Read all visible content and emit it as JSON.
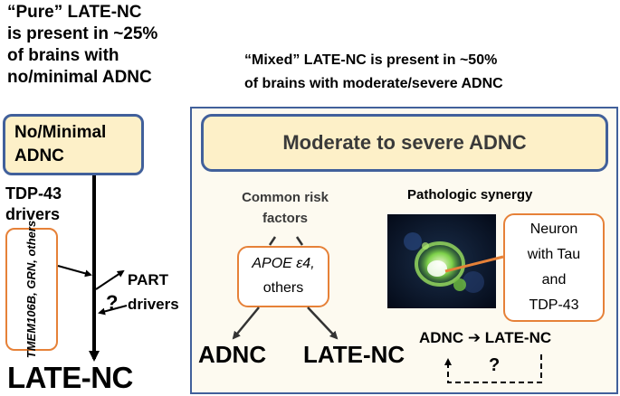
{
  "left_caption": [
    "“Pure” LATE-NC",
    "is present in ~25%",
    "of brains with",
    "no/minimal ADNC"
  ],
  "nominal_box": [
    "No/Minimal",
    "ADNC"
  ],
  "tdp_drivers": [
    "TDP-43",
    "drivers"
  ],
  "gene_drivers": "TMEM106B, GRN, others",
  "part_drivers": [
    "PART",
    "drivers"
  ],
  "question_mark": "?",
  "late_nc_main": "LATE-NC",
  "right_caption": [
    "“Mixed” LATE-NC is present in ~50%",
    "of brains with moderate/severe ADNC"
  ],
  "moderate_box": "Moderate to severe ADNC",
  "common_risk": [
    "Common risk",
    "factors"
  ],
  "apoe": [
    "APOE ε4,",
    "others"
  ],
  "adnc_bottom": "ADNC",
  "latenc_bottom": "LATE-NC",
  "pathologic_synergy": "Pathologic synergy",
  "neuron_box": [
    "Neuron",
    "with Tau",
    "and",
    "TDP-43"
  ],
  "synergy_line": "ADNC ➔ LATE-NC",
  "colors": {
    "panel_border": "#41609b",
    "box_fill": "#fdf0c8",
    "orange": "#e68138"
  }
}
